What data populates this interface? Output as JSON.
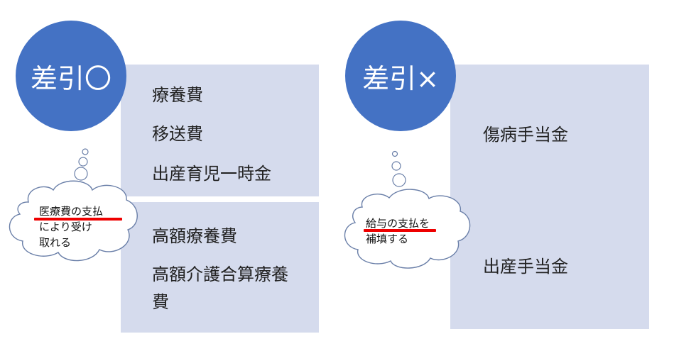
{
  "left": {
    "badge": "差引〇",
    "group1": [
      "療養費",
      "移送費",
      "出産育児一時金"
    ],
    "group2": [
      "高額療養費",
      "高額介護合算療養",
      "費"
    ],
    "bubble": {
      "underlined": "医療費の支払",
      "line2": "により受け",
      "line3": "取れる"
    }
  },
  "right": {
    "badge": "差引×",
    "items": [
      "傷病手当金",
      "出産手当金"
    ],
    "bubble": {
      "underlined": "給与の支払",
      "rest": "を",
      "line2": "補填する"
    }
  },
  "colors": {
    "circle": "#4472c4",
    "box": "#d5dbed",
    "underline": "#ee0000"
  }
}
